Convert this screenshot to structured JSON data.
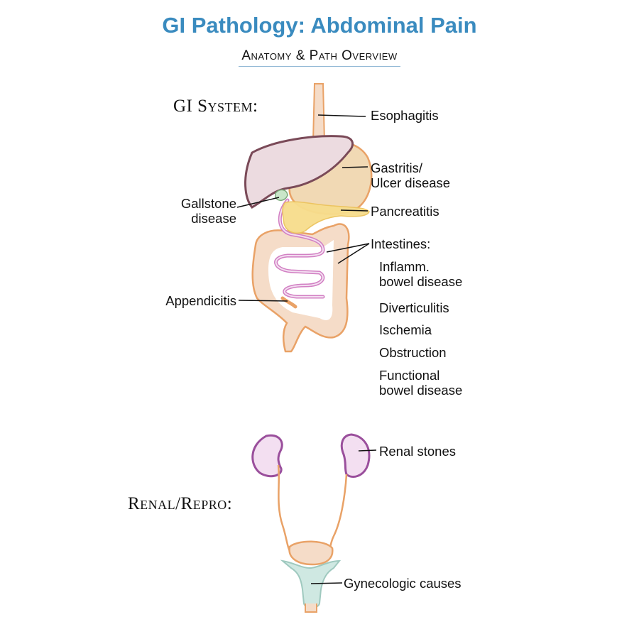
{
  "title": "GI Pathology: Abdominal Pain",
  "subtitle": "Anatomy & Path Overview",
  "sections": {
    "gi": "GI System:",
    "renal": "Renal/Repro:"
  },
  "labels": {
    "esophagitis": "Esophagitis",
    "gastritis_line1": "Gastritis/",
    "gastritis_line2": "Ulcer disease",
    "gallstone_line1": "Gallstone",
    "gallstone_line2": "disease",
    "pancreatitis": "Pancreatitis",
    "intestines": "Intestines:",
    "appendicitis": "Appendicitis",
    "renal_stones": "Renal stones",
    "gynecologic": "Gynecologic causes"
  },
  "intestine_items": [
    {
      "line1": "Inflamm.",
      "line2": "bowel disease"
    },
    {
      "line1": "Diverticulitis",
      "line2": ""
    },
    {
      "line1": "Ischemia",
      "line2": ""
    },
    {
      "line1": "Obstruction",
      "line2": ""
    },
    {
      "line1": "Functional",
      "line2": "bowel disease"
    }
  ],
  "colors": {
    "title": "#3a8bbf",
    "gut_fill": "#f5dcc8",
    "gut_stroke": "#e9a267",
    "liver_fill": "#ecdbe0",
    "liver_stroke": "#7a4a58",
    "small_bowel": "#d27fc3",
    "pancreas": "#f7dd8c",
    "kidney_fill": "#f3dff1",
    "kidney_stroke": "#9a4f9c",
    "uterus": "#cfe8e2"
  }
}
